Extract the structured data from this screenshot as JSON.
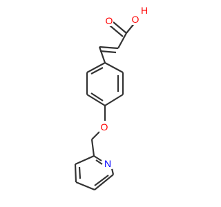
{
  "molecule": {
    "labels": {
      "hydroxyl_O": "O",
      "hydroxyl_H": "H",
      "carbonyl_O": "O",
      "ether_O": "O",
      "pyridine_N": "N"
    },
    "colors": {
      "oxygen": "#ff0000",
      "nitrogen": "#0000ff",
      "bond": "#333333",
      "background": "#ffffff"
    }
  }
}
